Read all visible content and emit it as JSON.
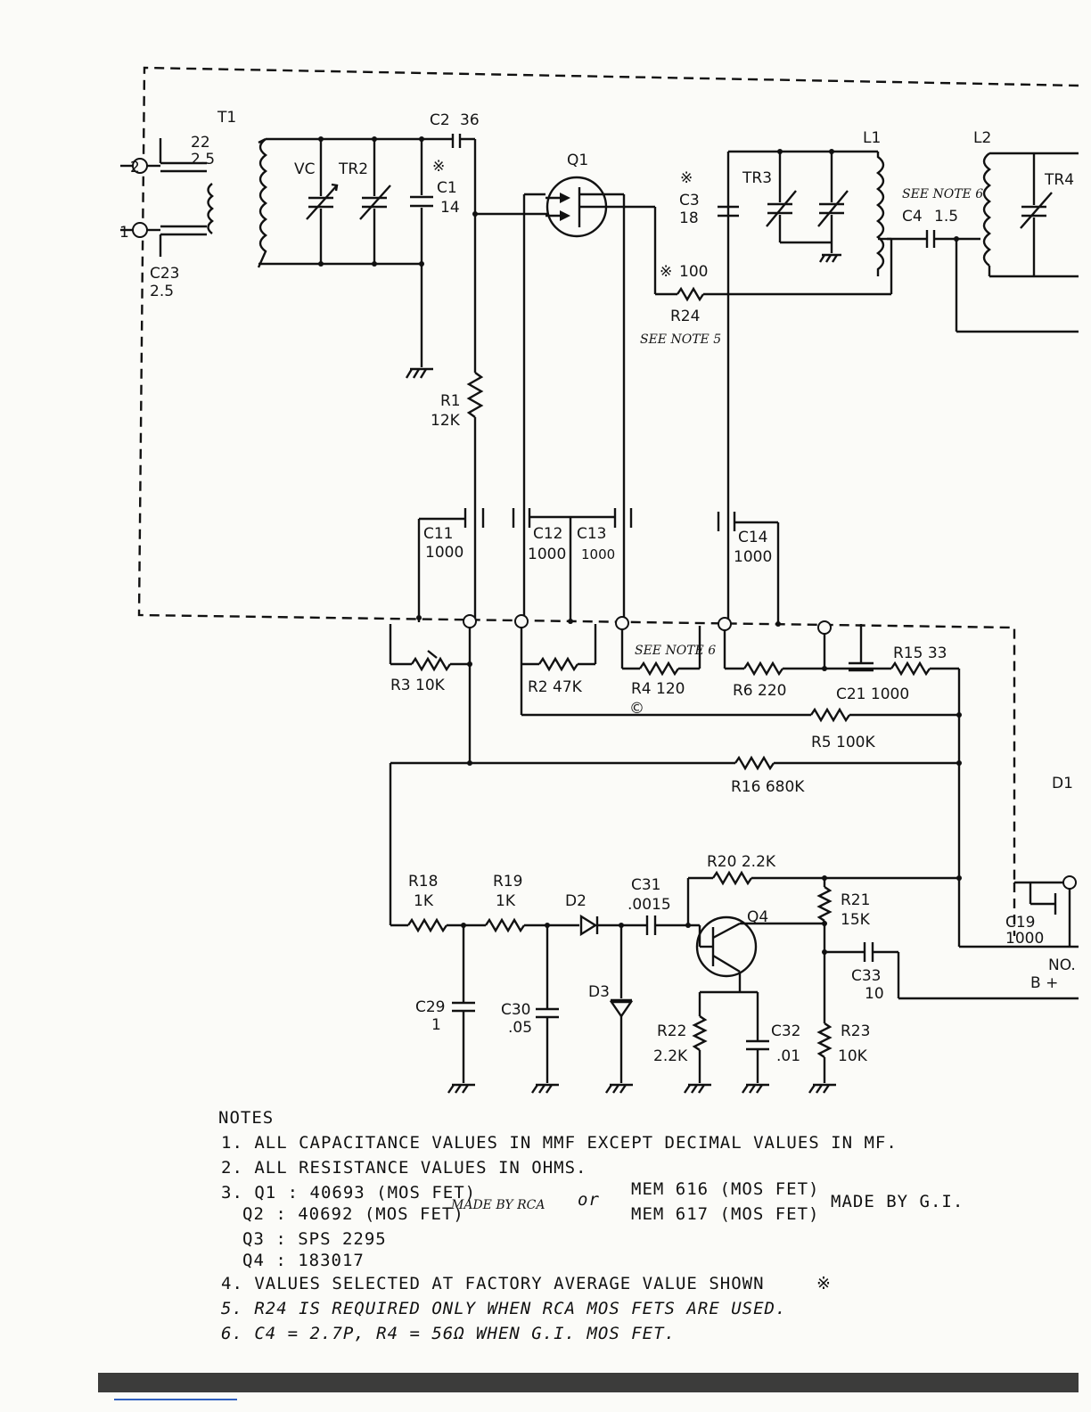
{
  "components": {
    "T1": "T1",
    "C22": "22",
    "C22v": "2.5",
    "C23": "C23",
    "C23v": "2.5",
    "VC": "VC",
    "TR2": "TR2",
    "C2": "C2",
    "C2v": "36",
    "C1": "C1",
    "C1v": "14",
    "Q1": "Q1",
    "C3": "C3",
    "C3v": "18",
    "R24v": "100",
    "R24": "R24",
    "R24note": "SEE NOTE 5",
    "TR3": "TR3",
    "L1": "L1",
    "C4note": "SEE NOTE 6",
    "C4": "C4",
    "C4v": "1.5",
    "L2": "L2",
    "TR4": "TR4",
    "R1": "R1",
    "R1v": "12K",
    "C11": "C11",
    "C11v": "1000",
    "C12": "C12",
    "C12v": "1000",
    "C13": "C13",
    "C13v": "1000",
    "C14": "C14",
    "C14v": "1000",
    "R3": "R3 10K",
    "R2": "R2 47K",
    "R4note": "SEE NOTE 6",
    "R4": "R4 120",
    "R6": "R6 220",
    "R15": "R15 33",
    "C21": "C21 1000",
    "R5": "R5 100K",
    "R16": "R16 680K",
    "D1": "D1",
    "R20": "R20 2.2K",
    "R18": "R18",
    "R18v": "1K",
    "R19": "R19",
    "R19v": "1K",
    "D2": "D2",
    "C31": "C31",
    "C31v": ".0015",
    "Q4": "Q4",
    "R21": "R21",
    "R21v": "15K",
    "C19": "C19",
    "C19v": "1000",
    "C33": "C33",
    "C33v": "10",
    "NO": "NO.",
    "Bplus": "B +",
    "C29": "C29",
    "C29v": "1",
    "C30": "C30",
    "C30v": ".05",
    "D3": "D3",
    "R22": "R22",
    "R22v": "2.2K",
    "C32": "C32",
    "C32v": ".01",
    "R23": "R23",
    "R23v": "10K",
    "copyright": "©",
    "star": "※"
  },
  "notes": {
    "heading": "NOTES",
    "n1": "1. ALL CAPACITANCE  VALUES  IN  MMF  EXCEPT  DECIMAL  VALUES  IN  MF.",
    "n2": "2. ALL  RESISTANCE  VALUES  IN  OHMS.",
    "n3a": "3. Q1 : 40693  (MOS  FET)",
    "n3b": "Q2 : 40692  (MOS  FET)",
    "n3c": "MADE BY RCA",
    "n3d": "or",
    "n3e": "MEM 616 (MOS FET)",
    "n3f": "MEM 617 (MOS FET)",
    "n3g": "MADE BY G.I.",
    "n3h": "Q3 : SPS 2295",
    "n3i": "Q4 : 183017",
    "n4": "4.  VALUES  SELECTED  AT  FACTORY  AVERAGE  VALUE  SHOWN",
    "n5": "5. R24  IS  REQUIRED  ONLY  WHEN  RCA  MOS FETS  ARE  USED.",
    "n6": "6. C4 = 2.7P, R4 = 56Ω  WHEN  G.I.  MOS FET."
  }
}
